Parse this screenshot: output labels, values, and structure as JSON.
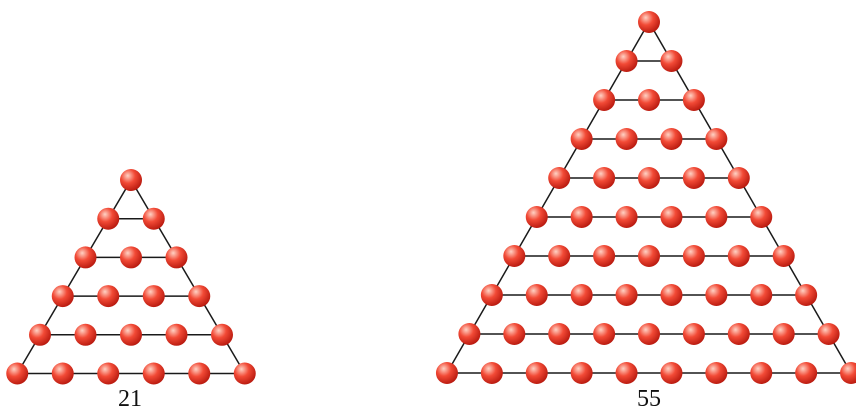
{
  "figures": [
    {
      "caption": "21",
      "rows": 6,
      "ball_count": 21
    },
    {
      "caption": "55",
      "rows": 10,
      "ball_count": 55
    }
  ],
  "colors": {
    "ball_highlight": "#ffd2c4",
    "ball_mid": "#f24a36",
    "ball_shadow": "#b3150b",
    "line": "#1a1a1a"
  }
}
